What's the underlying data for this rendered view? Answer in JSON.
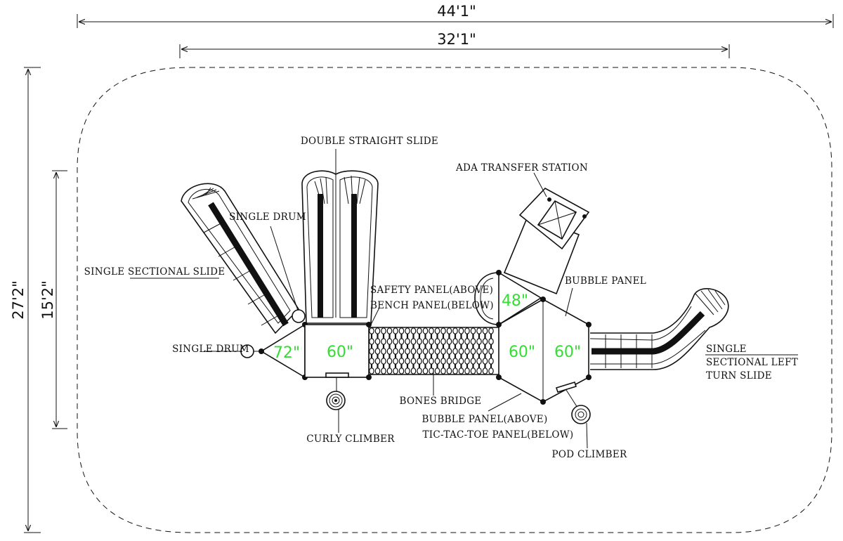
{
  "dimensions": {
    "overall_width": "44'1\"",
    "inner_width": "32'1\"",
    "overall_height": "27'2\"",
    "inner_height": "15'2\""
  },
  "deck_heights": {
    "triangle_deck": "72\"",
    "square_deck": "60\"",
    "hex_deck_left": "60\"",
    "hex_deck_right": "60\"",
    "bubble_deck": "48\""
  },
  "labels": {
    "double_straight_slide": "DOUBLE STRAIGHT SLIDE",
    "ada_transfer_station": "ADA TRANSFER STATION",
    "single_drum_top": "SINGLE DRUM",
    "single_sectional_slide": "SINGLE SECTIONAL SLIDE",
    "safety_panel": "SAFETY PANEL(ABOVE)",
    "bench_panel": "BENCH PANEL(BELOW)",
    "bubble_panel": "BUBBLE PANEL",
    "single_drum_left": "SINGLE DRUM",
    "single_sectional_left_turn_1": "SINGLE",
    "single_sectional_left_turn_2": "SECTIONAL LEFT",
    "single_sectional_left_turn_3": "TURN SLIDE",
    "bones_bridge": "BONES BRIDGE",
    "bubble_panel_above": "BUBBLE PANEL(ABOVE)",
    "tic_tac_toe_panel": "TIC-TAC-TOE PANEL(BELOW)",
    "curly_climber": "CURLY CLIMBER",
    "pod_climber": "POD CLIMBER"
  },
  "colors": {
    "line": "#111111",
    "deck_height_text": "#33dd33",
    "background": "#ffffff"
  }
}
